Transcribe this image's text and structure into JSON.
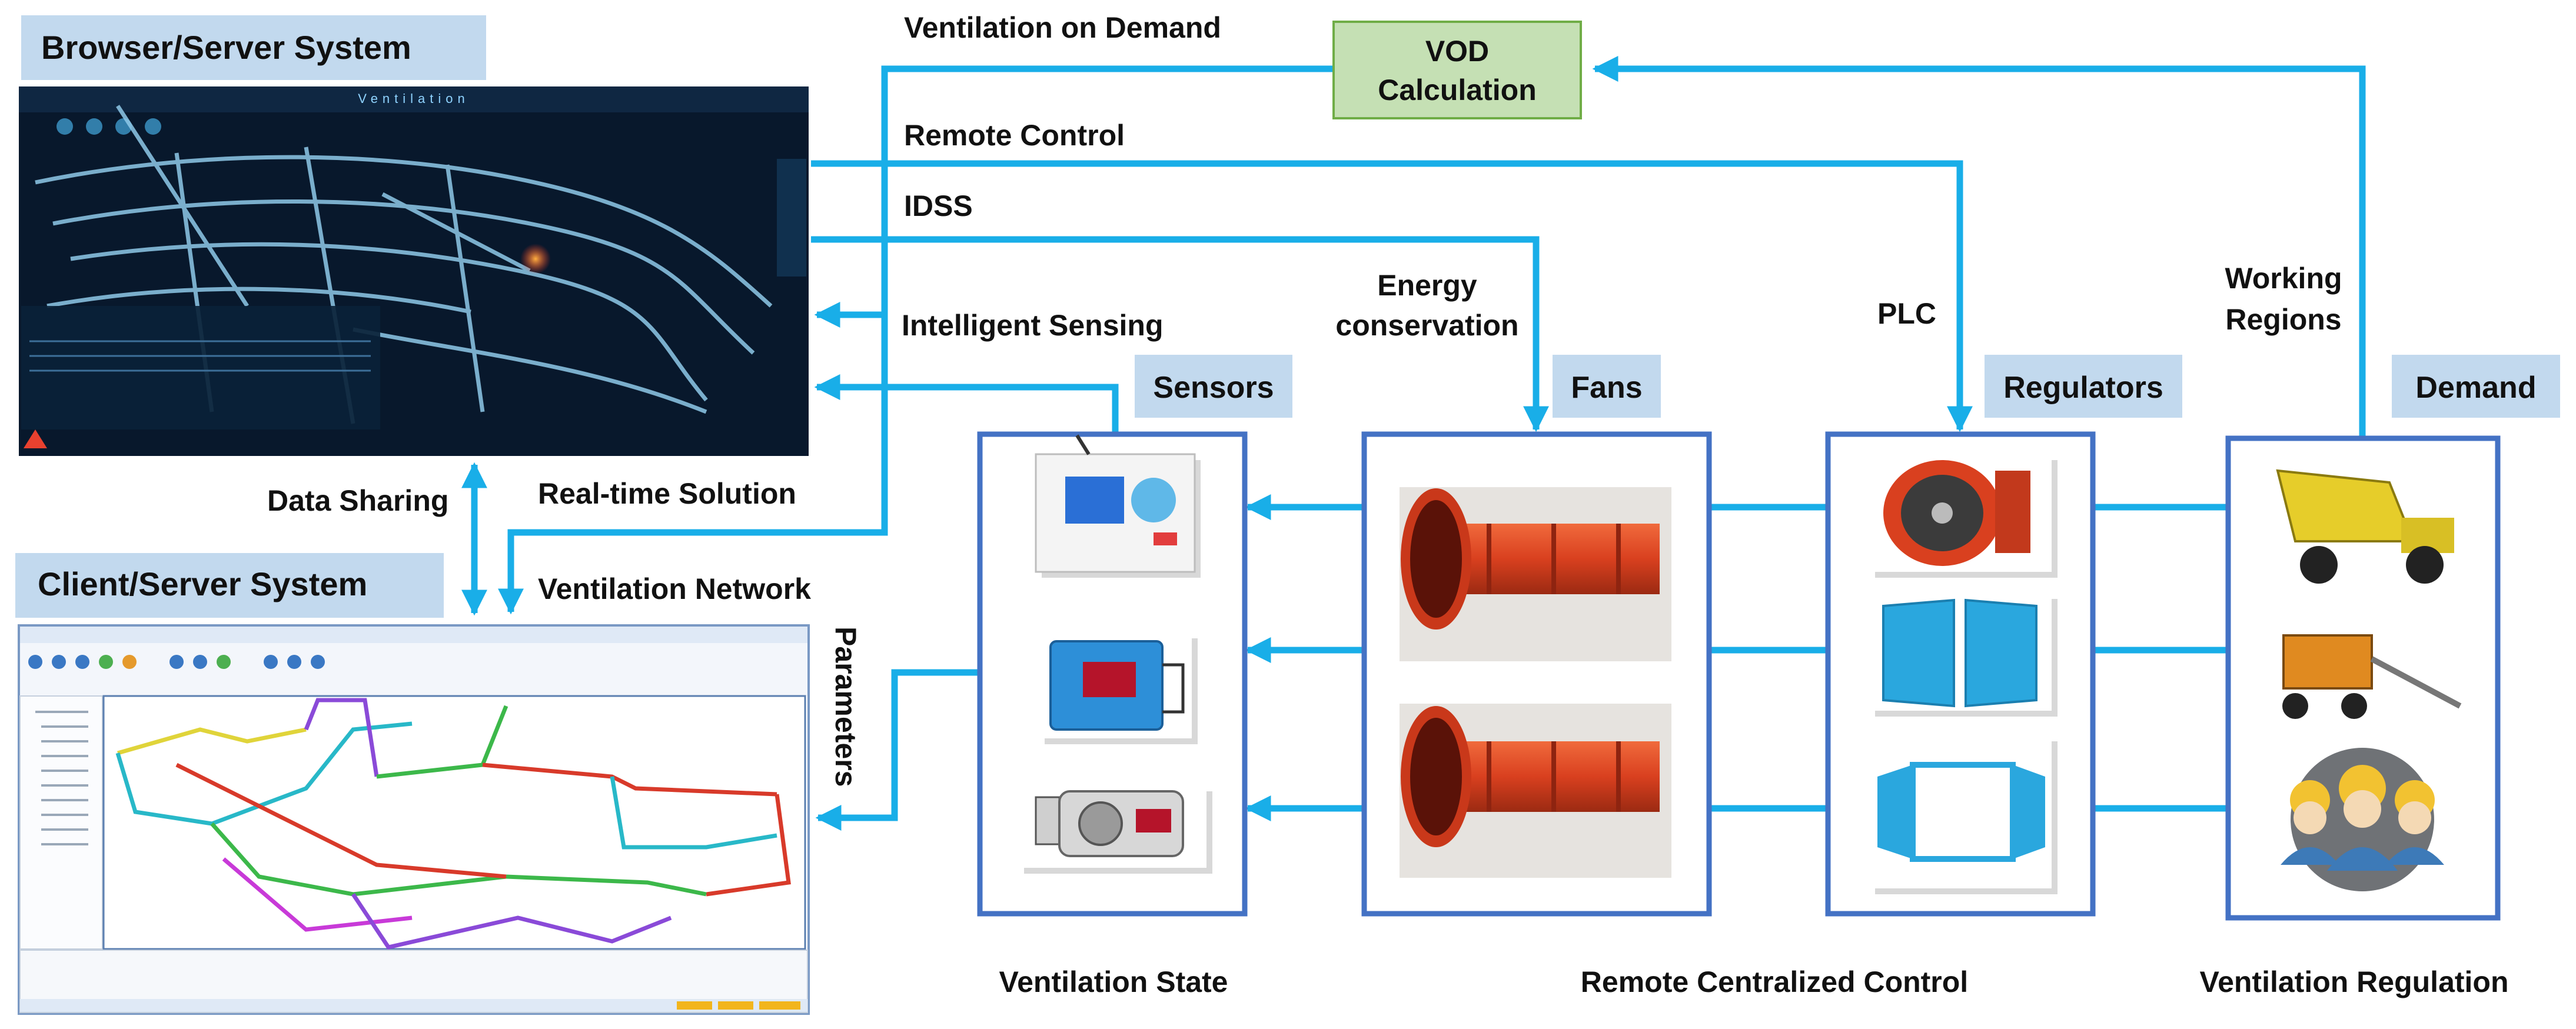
{
  "systems": {
    "browser_server": "Browser/Server System",
    "client_server": "Client/Server System",
    "browser_screen_title": "Ventilation"
  },
  "flows": {
    "vod": "Ventilation on Demand",
    "remote_control": "Remote Control",
    "idss": "IDSS",
    "intelligent_sensing": "Intelligent Sensing",
    "energy_line1": "Energy",
    "energy_line2": "conservation",
    "plc": "PLC",
    "working_line1": "Working",
    "working_line2": "Regions",
    "data_sharing": "Data Sharing",
    "realtime": "Real-time Solution",
    "ventilation_network": "Ventilation Network",
    "parameters": "Parameters"
  },
  "vod_box": {
    "line1": "VOD",
    "line2": "Calculation"
  },
  "components": {
    "sensors": "Sensors",
    "fans": "Fans",
    "regulators": "Regulators",
    "demand": "Demand"
  },
  "bottom_labels": {
    "state": "Ventilation State",
    "control": "Remote Centralized Control",
    "regulation": "Ventilation Regulation"
  },
  "colors": {
    "flow_arrow": "#19aee8",
    "frame": "#4472c4",
    "label_bg": "#c2d9ee",
    "vod_bg": "#c5e0b4",
    "vod_border": "#70ad47",
    "fan_red": "#d9401f",
    "screen_dark": "#08182c",
    "door_blue": "#2aa7de"
  },
  "icons": [
    "sensor-device-icon",
    "fan-icon",
    "door-icon",
    "mining-truck-icon",
    "drill-rig-icon",
    "workers-icon"
  ]
}
